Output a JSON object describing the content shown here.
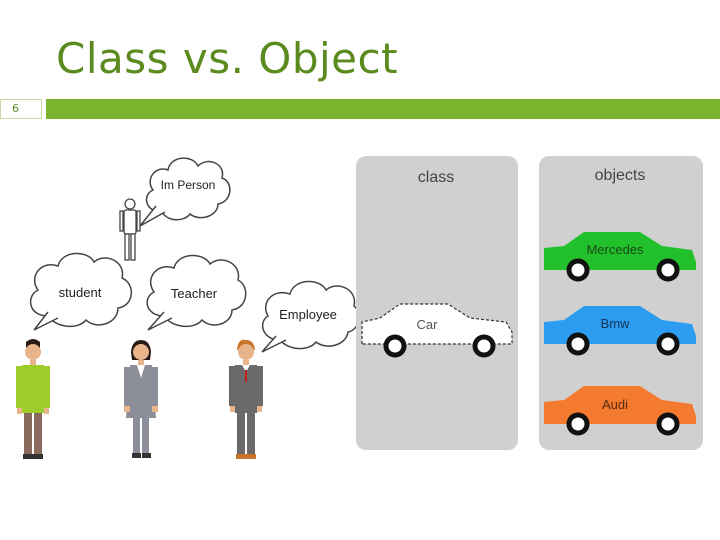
{
  "slide": {
    "title": "Class vs. Object",
    "number": "6"
  },
  "people": [
    {
      "label": "Im Person"
    },
    {
      "label": "student"
    },
    {
      "label": "Teacher"
    },
    {
      "label": "Employee"
    }
  ],
  "class_panel": {
    "heading": "class",
    "car_label": "Car"
  },
  "objects_panel": {
    "heading": "objects",
    "cars": [
      {
        "label": "Mercedes",
        "color": "#22c02a"
      },
      {
        "label": "Bmw",
        "color": "#2b9cf0"
      },
      {
        "label": "Audi",
        "color": "#f47a30"
      }
    ]
  },
  "colors": {
    "title": "#5b8a1e",
    "bar": "#7ab32e",
    "panel": "#d0d0d0"
  }
}
